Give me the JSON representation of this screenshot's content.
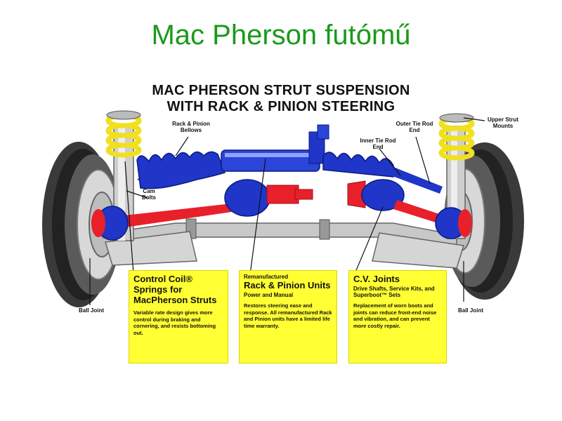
{
  "slide": {
    "title": "Mac Pherson futómű"
  },
  "diagram": {
    "title_line1": "MAC PHERSON STRUT SUSPENSION",
    "title_line2": "WITH RACK & PINION STEERING"
  },
  "callouts": {
    "rack_bellows": "Rack & Pinion Bellows",
    "outer_tie_rod": "Outer Tie Rod End",
    "inner_tie_rod": "Inner Tie Rod End",
    "upper_strut": "Upper Strut Mounts",
    "cam_bolts": "Cam Bolts",
    "ball_joint_left": "Ball Joint",
    "ball_joint_right": "Ball Joint"
  },
  "boxes": {
    "coil": {
      "heading": "Control Coil® Springs for MacPherson Struts",
      "body": "Variable rate design gives more control during braking and cornering, and resists bottoming out."
    },
    "rack": {
      "prefix": "Remanufactured",
      "heading": "Rack & Pinion Units",
      "sub": "Power and Manual",
      "body": "Restores steering ease and response. All remanufactured Rack and Pinion units have a limited life time warranty."
    },
    "cv": {
      "heading": "C.V. Joints",
      "sub": "Drive Shafts, Service Kits, and Superboot™ Sets",
      "body": "Replacement of worn boots and joints can reduce front-end noise and vibration, and can prevent more costly repair."
    }
  },
  "colors": {
    "title_green": "#1a9a1a",
    "steering_blue": "#1f36c8",
    "driveshaft_red": "#e8202a",
    "spring_yellow": "#f0e020",
    "box_yellow": "#ffff33",
    "metal_gray": "#c8c8c8"
  }
}
